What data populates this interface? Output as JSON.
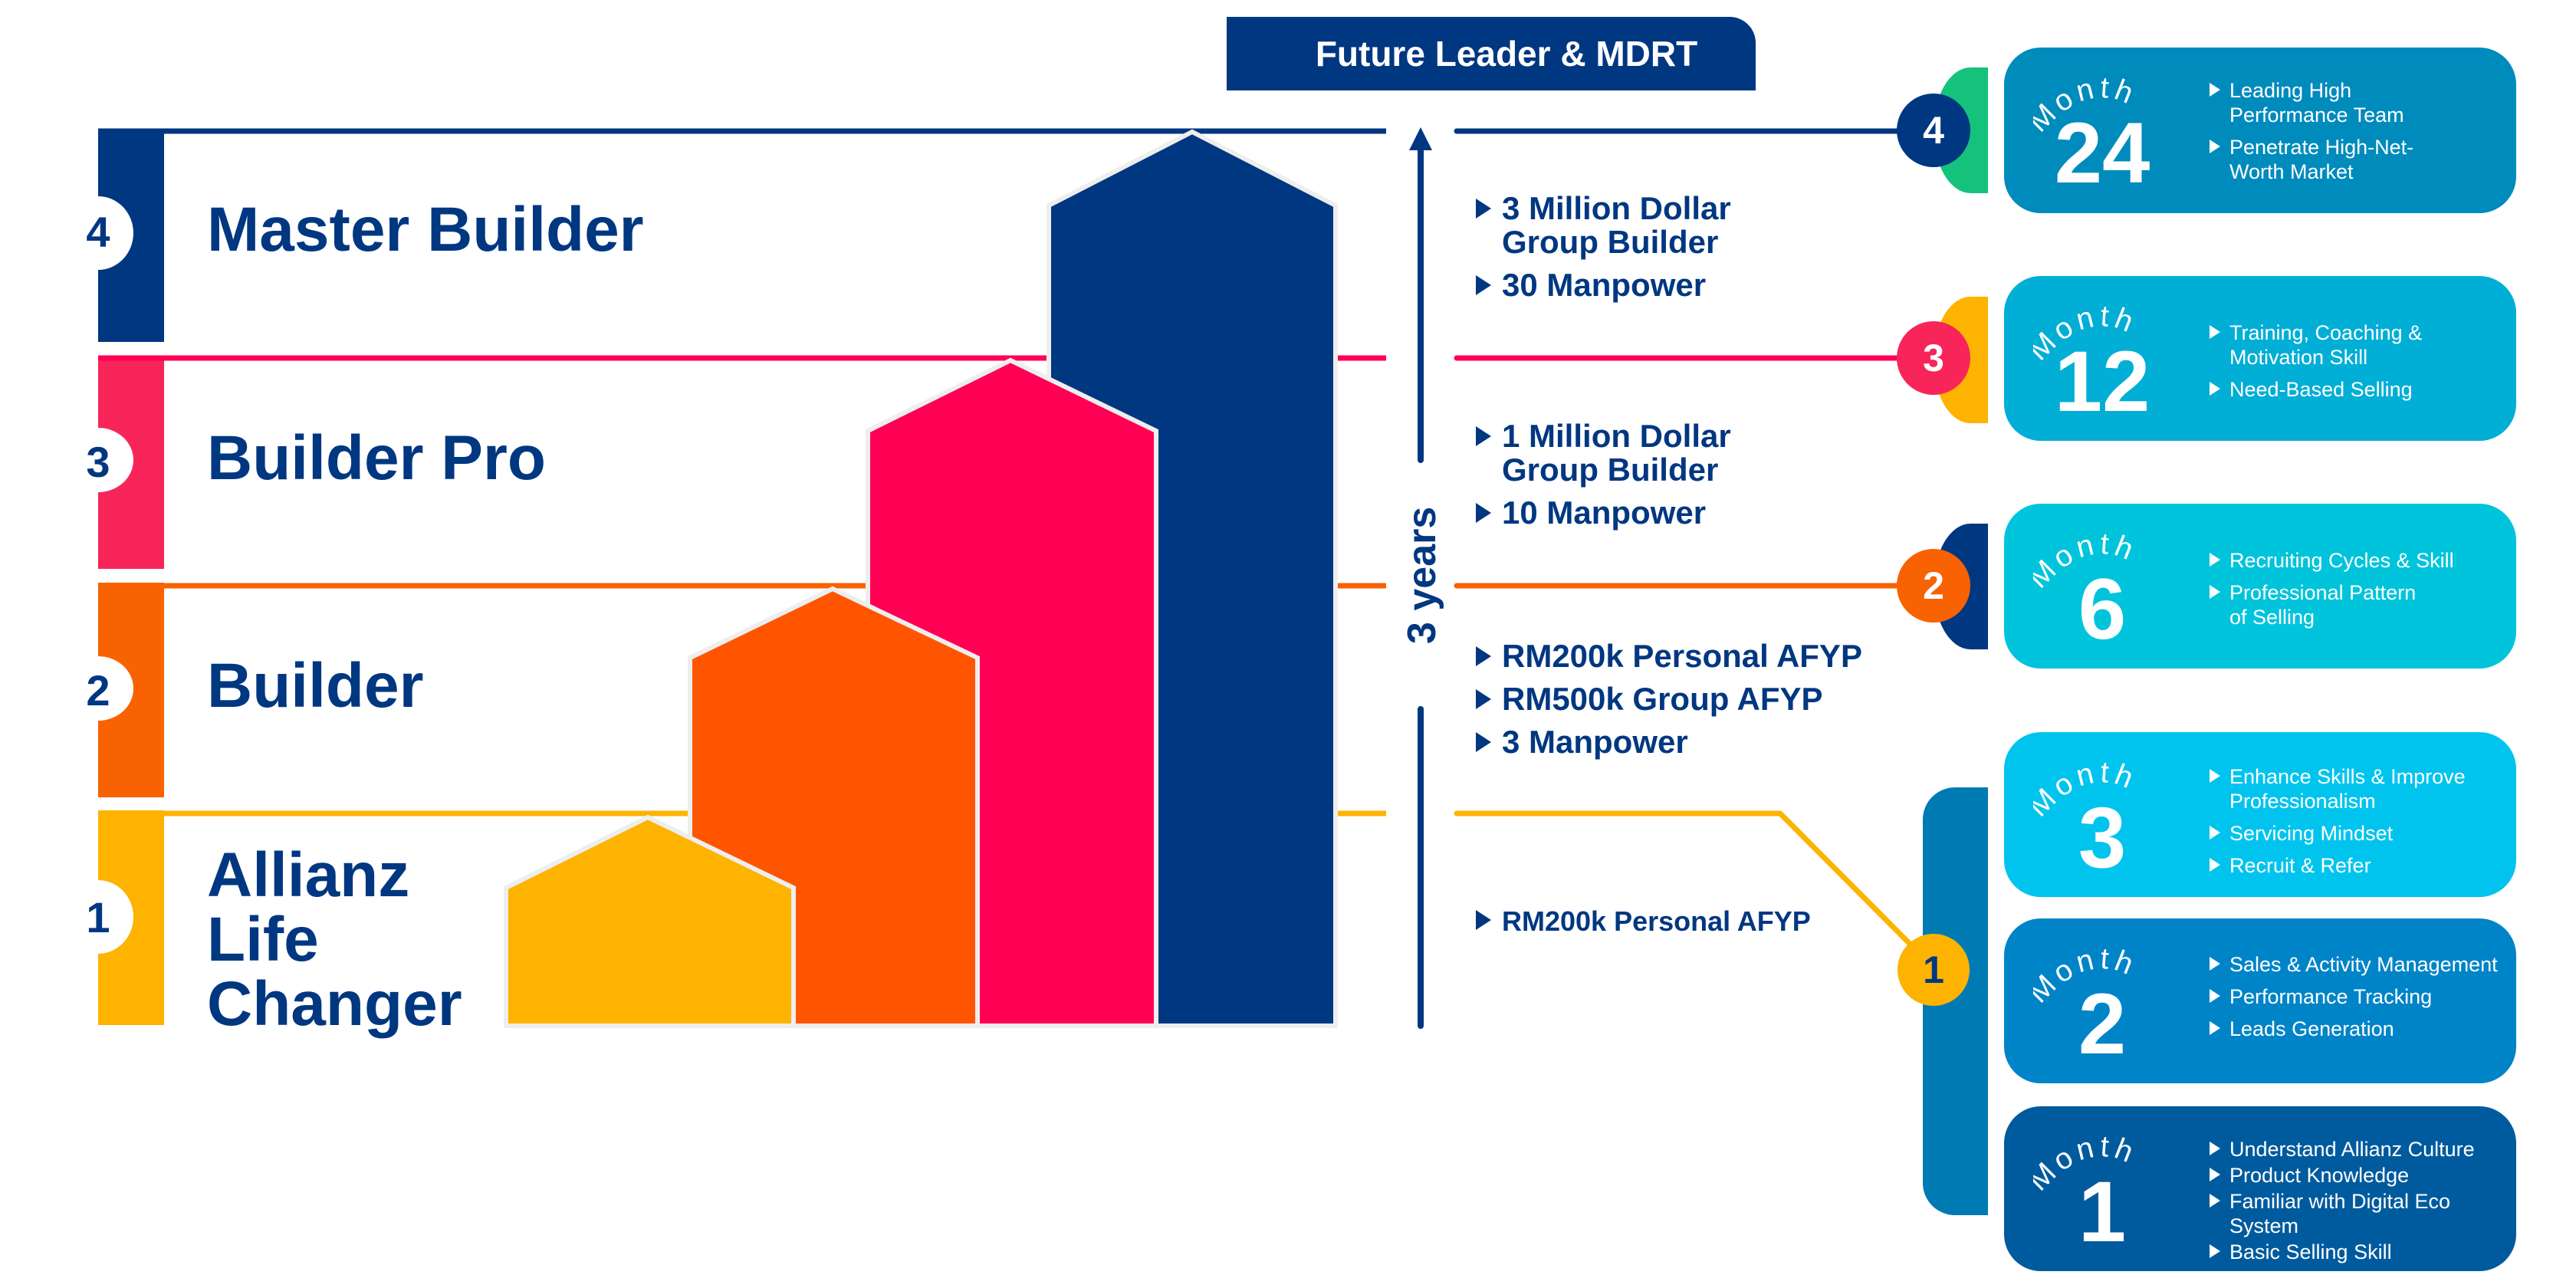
{
  "header": {
    "title": "Future Leader & MDRT"
  },
  "colors": {
    "navy": "#003781",
    "pink": "#FF0055",
    "pink_bar": "#F72559",
    "orange": "#FF5500",
    "orange_line": "#F86200",
    "yellow": "#FDB300",
    "green": "#14C27C",
    "card_m24": "#008BBD",
    "card_m12": "#00AED6",
    "card_m6": "#00C4DC",
    "card_m3": "#00C4EE",
    "card_m2": "#0084C8",
    "card_m1": "#005B9E",
    "month1_group_bar": "#007AB3"
  },
  "levels": [
    {
      "num": "4",
      "title": "Master Builder"
    },
    {
      "num": "3",
      "title": "Builder Pro"
    },
    {
      "num": "2",
      "title": "Builder"
    },
    {
      "num": "1",
      "title_lines": [
        "Allianz",
        "Life",
        "Changer"
      ]
    }
  ],
  "timeline": {
    "label": "3 years"
  },
  "requirements": {
    "level4": [
      "3 Million Dollar Group Builder",
      "30 Manpower"
    ],
    "level3": [
      "1 Million Dollar Group Builder",
      "10 Manpower"
    ],
    "level2": [
      "RM200k Personal AFYP",
      "RM500k Group AFYP",
      "3 Manpower"
    ],
    "level1": [
      "RM200k Personal AFYP"
    ]
  },
  "requirement_lines": {
    "level4": [
      [
        "3 Million Dollar",
        "Group Builder"
      ],
      [
        "30 Manpower"
      ]
    ],
    "level3": [
      [
        "1 Million Dollar",
        "Group Builder"
      ],
      [
        "10 Manpower"
      ]
    ]
  },
  "badges": {
    "b4": "4",
    "b3": "3",
    "b2": "2",
    "b1": "1"
  },
  "month_word": "Month",
  "cards": [
    {
      "month": "24",
      "items": [
        [
          "Leading High",
          "Performance Team"
        ],
        [
          "Penetrate High-Net-",
          "Worth Market"
        ]
      ]
    },
    {
      "month": "12",
      "items": [
        [
          "Training, Coaching &",
          "Motivation Skill"
        ],
        [
          "Need-Based Selling"
        ]
      ]
    },
    {
      "month": "6",
      "items": [
        [
          "Recruiting Cycles & Skill"
        ],
        [
          "Professional Pattern",
          "of Selling"
        ]
      ]
    },
    {
      "month": "3",
      "items": [
        [
          "Enhance  Skills & Improve",
          "Professionalism"
        ],
        [
          "Servicing Mindset"
        ],
        [
          "Recruit & Refer"
        ]
      ]
    },
    {
      "month": "2",
      "items": [
        [
          "Sales & Activity Management"
        ],
        [
          "Performance Tracking"
        ],
        [
          "Leads Generation"
        ]
      ]
    },
    {
      "month": "1",
      "items": [
        [
          "Understand Allianz Culture"
        ],
        [
          "Product Knowledge"
        ],
        [
          "Familiar with Digital Eco System"
        ],
        [
          "Basic Selling Skill"
        ]
      ]
    }
  ]
}
